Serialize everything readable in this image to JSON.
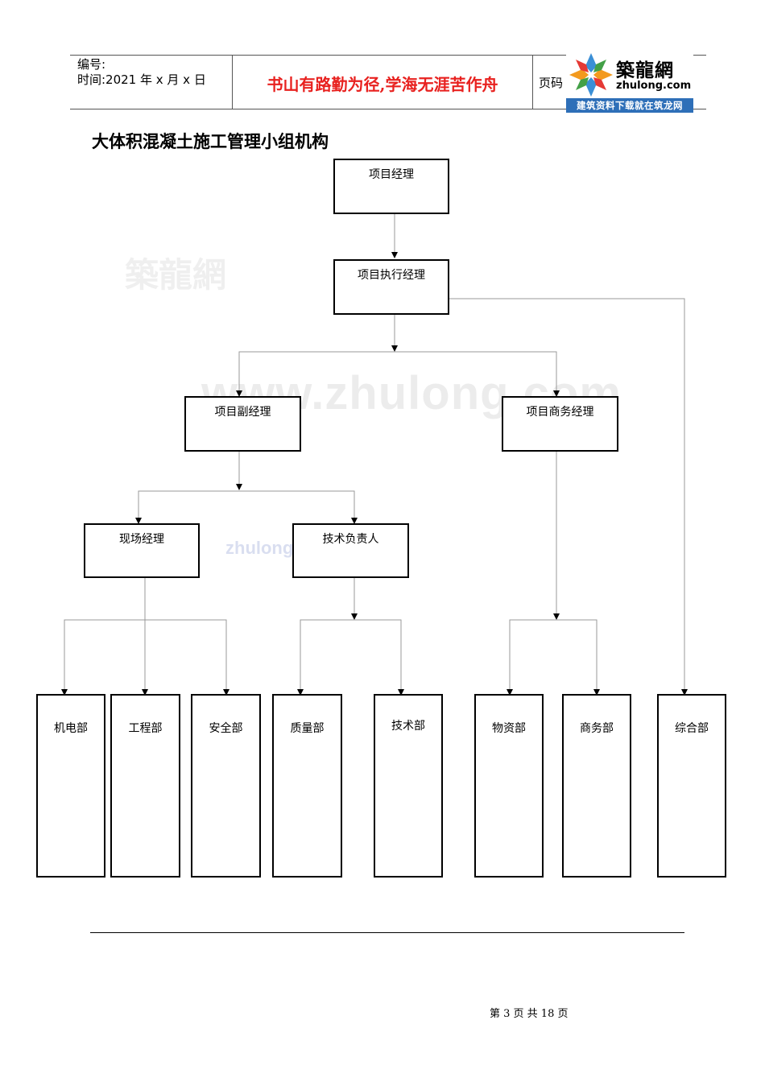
{
  "header": {
    "doc_no_label": "编号:",
    "time_label": "时间:2021 年 x 月 x 日",
    "motto": "书山有路勤为径,学海无涯苦作舟",
    "page_label": "页码"
  },
  "logo": {
    "brand": "築龍網",
    "domain": "zhulong.com",
    "slogan": "建筑资料下载就在筑龙网"
  },
  "title": "大体积混凝土施工管理小组机构",
  "watermarks": [
    "築龍網",
    "www.zhulong.com",
    "zhulong"
  ],
  "org": {
    "pm": "项目经理",
    "exec_pm": "项目执行经理",
    "deputy_pm": "项目副经理",
    "commercial_pm": "项目商务经理",
    "site_manager": "现场经理",
    "tech_lead": "技术负责人",
    "departments": [
      "机电部",
      "工程部",
      "安全部",
      "质量部",
      "技术部",
      "物资部",
      "商务部",
      "综合部"
    ]
  },
  "footer": {
    "page_info": "第 3 页 共 18 页"
  }
}
